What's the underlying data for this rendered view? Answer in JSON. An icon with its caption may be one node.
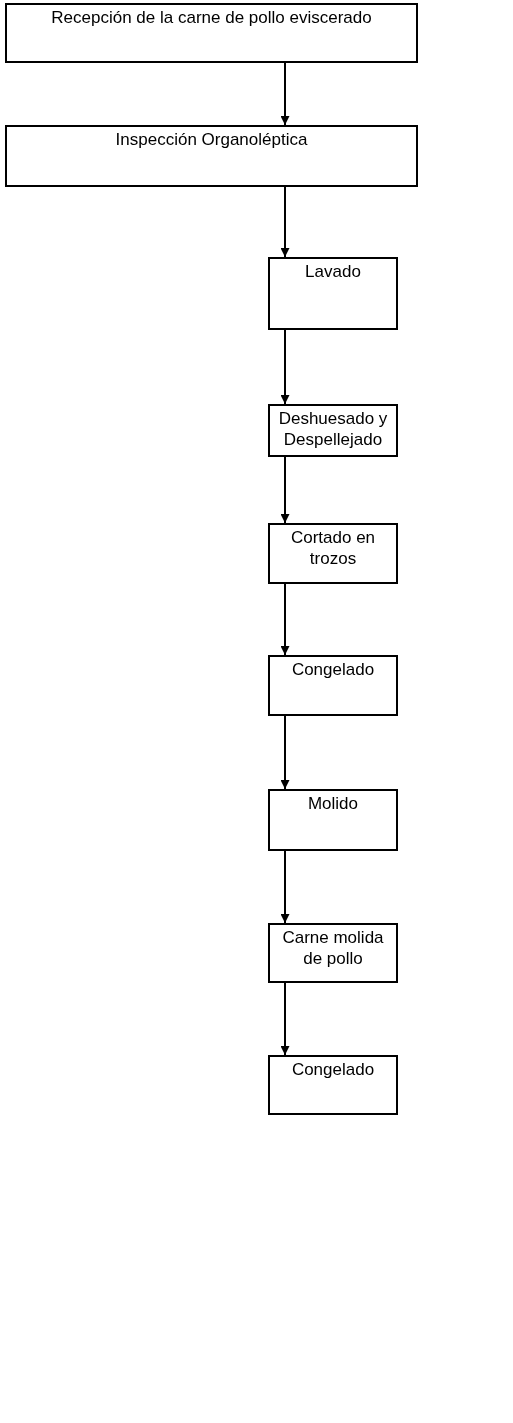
{
  "diagram": {
    "nodes": [
      {
        "text": [
          "Recepción de la carne de pollo eviscerado"
        ]
      },
      {
        "text": [
          "Inspección Organoléptica"
        ]
      },
      {
        "text": [
          "Lavado"
        ]
      },
      {
        "text": [
          "Deshuesado y Despellejado"
        ]
      },
      {
        "text": [
          "Cortado en trozos"
        ]
      },
      {
        "text": [
          "Congelado"
        ]
      },
      {
        "text": [
          "Molido"
        ]
      },
      {
        "text": [
          "Carne molida de pollo"
        ]
      },
      {
        "text": [
          "Congelado"
        ]
      }
    ],
    "edges": [
      {
        "from": 0,
        "to": 1,
        "arrow": "to"
      },
      {
        "from": 1,
        "to": 2,
        "arrow": "to"
      },
      {
        "from": 2,
        "to": 3,
        "arrow": "to"
      },
      {
        "from": 3,
        "to": 4,
        "arrow": "to"
      },
      {
        "from": 4,
        "to": 5,
        "arrow": "to"
      },
      {
        "from": 5,
        "to": 6,
        "arrow": "to"
      },
      {
        "from": 6,
        "to": 7,
        "arrow": "to"
      },
      {
        "from": 7,
        "to": 8,
        "arrow": "to"
      }
    ]
  }
}
